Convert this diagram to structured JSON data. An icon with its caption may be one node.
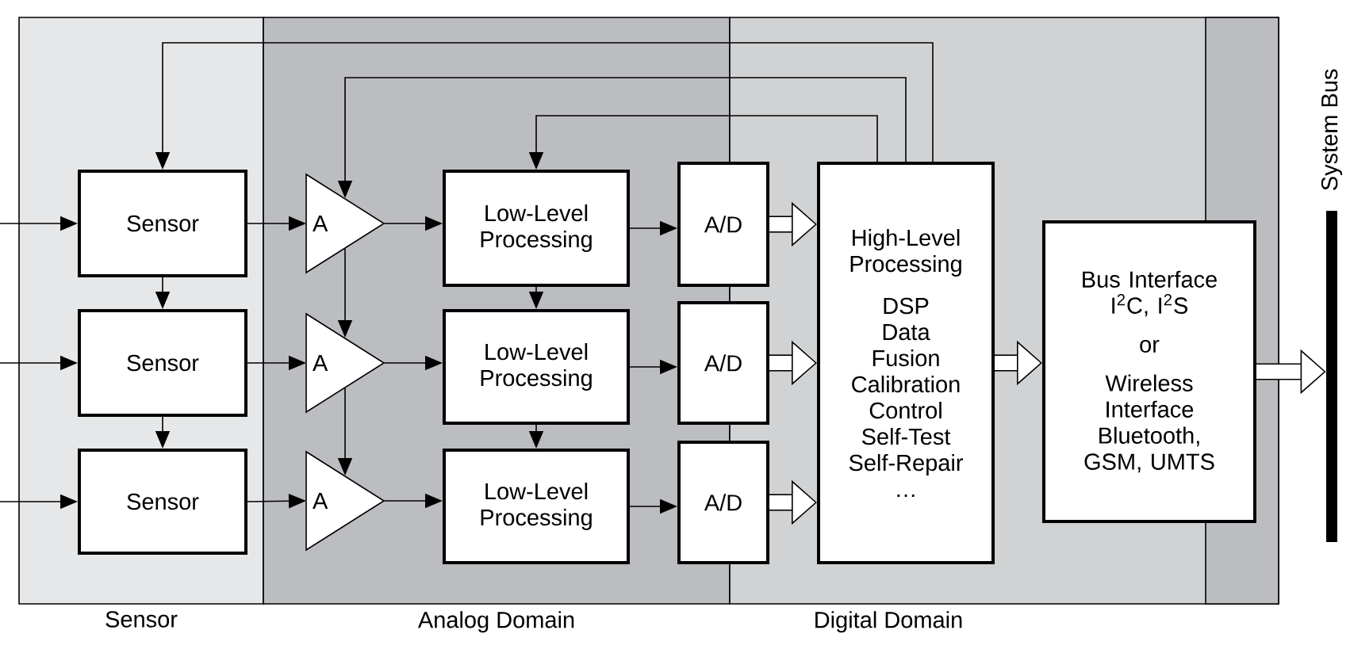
{
  "diagram": {
    "nodes": [
      {
        "text": [
          "Sensor"
        ]
      },
      {
        "text": [
          "Analog Domain"
        ]
      },
      {
        "text": [
          "Digital Domain"
        ]
      },
      {
        "text": [
          "Sensor"
        ],
        "in": 0
      },
      {
        "text": [
          "Sensor"
        ],
        "in": 0
      },
      {
        "text": [
          "Sensor"
        ],
        "in": 0
      },
      {
        "text": [
          "A"
        ],
        "in": 1
      },
      {
        "text": [
          "A"
        ],
        "in": 1
      },
      {
        "text": [
          "A"
        ],
        "in": 1
      },
      {
        "text": [
          "Low-Level Processing"
        ],
        "in": 1
      },
      {
        "text": [
          "Low-Level Processing"
        ],
        "in": 1
      },
      {
        "text": [
          "Low-Level Processing"
        ],
        "in": 1
      },
      {
        "text": [
          "A/D"
        ]
      },
      {
        "text": [
          "A/D"
        ]
      },
      {
        "text": [
          "A/D"
        ]
      },
      {
        "text": [
          "High-Level Processing",
          "DSP",
          "Data Fusion",
          "Calibration",
          "Control",
          "Self-Test",
          "Self-Repair",
          "…"
        ],
        "in": 2
      },
      {
        "text": [
          "Bus Interface",
          "I$^{2}$C, I$^{2}$S",
          "or",
          "Wireless Interface",
          "Bluetooth, GSM, UMTS"
        ],
        "in": 2
      },
      {
        "text": [
          "System Bus"
        ]
      }
    ],
    "edges": [
      {
        "from": null,
        "to": 3,
        "arrow": "to"
      },
      {
        "from": null,
        "to": 4,
        "arrow": "to"
      },
      {
        "from": null,
        "to": 5,
        "arrow": "to"
      },
      {
        "from": 3,
        "to": 4,
        "arrow": "to"
      },
      {
        "from": 4,
        "to": 5,
        "arrow": "to"
      },
      {
        "from": 3,
        "to": 6,
        "arrow": "to"
      },
      {
        "from": 4,
        "to": 7,
        "arrow": "to"
      },
      {
        "from": 5,
        "to": 8,
        "arrow": "to"
      },
      {
        "from": 6,
        "to": 7,
        "arrow": "to"
      },
      {
        "from": 7,
        "to": 8,
        "arrow": "to"
      },
      {
        "from": 6,
        "to": 9,
        "arrow": "to"
      },
      {
        "from": 7,
        "to": 10,
        "arrow": "to"
      },
      {
        "from": 8,
        "to": 11,
        "arrow": "to"
      },
      {
        "from": 9,
        "to": 10,
        "arrow": "to"
      },
      {
        "from": 10,
        "to": 11,
        "arrow": "to"
      },
      {
        "from": 9,
        "to": 12,
        "arrow": "to"
      },
      {
        "from": 10,
        "to": 13,
        "arrow": "to"
      },
      {
        "from": 11,
        "to": 14,
        "arrow": "to"
      },
      {
        "from": 12,
        "to": 15,
        "arrow": "to",
        "style": "thick"
      },
      {
        "from": 13,
        "to": 15,
        "arrow": "to",
        "style": "thick"
      },
      {
        "from": 14,
        "to": 15,
        "arrow": "to",
        "style": "thick"
      },
      {
        "from": 15,
        "to": 16,
        "arrow": "to",
        "style": "thick"
      },
      {
        "from": 16,
        "to": 17,
        "arrow": "to",
        "style": "thick"
      },
      {
        "from": 15,
        "to": 3,
        "arrow": "to"
      },
      {
        "from": 15,
        "to": 6,
        "arrow": "to"
      },
      {
        "from": 15,
        "to": 9,
        "arrow": "to"
      }
    ]
  }
}
